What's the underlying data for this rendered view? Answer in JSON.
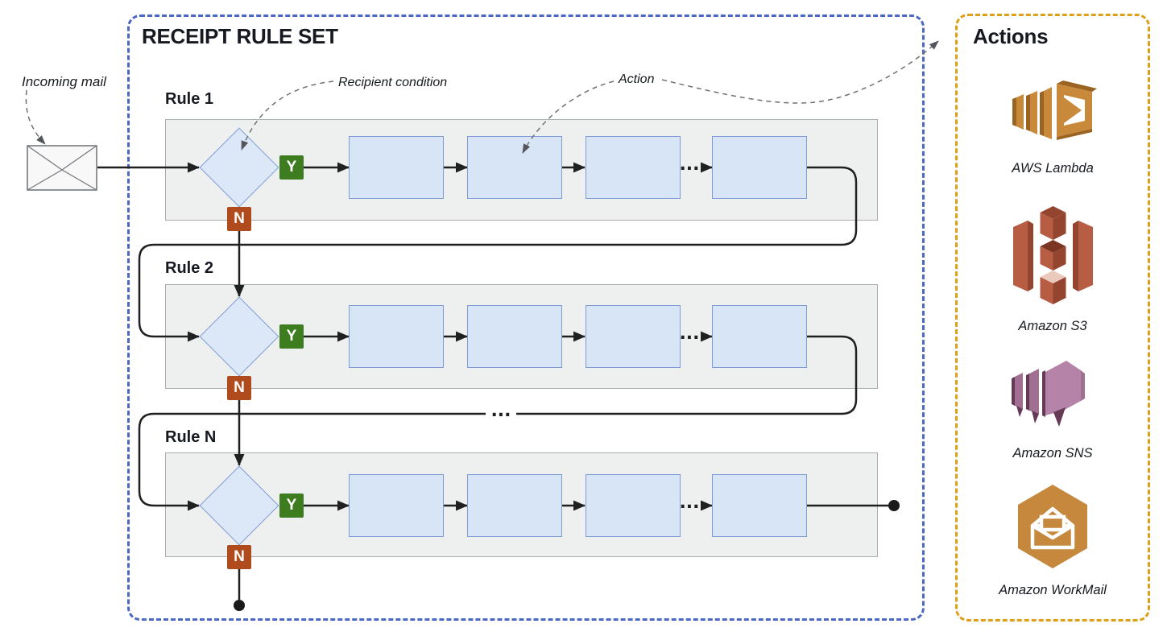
{
  "diagram": {
    "incoming_mail_label": "Incoming mail",
    "receipt_rule_set": {
      "title": "RECEIPT RULE SET",
      "rules": [
        "Rule 1",
        "Rule 2",
        "Rule N"
      ],
      "yes_label": "Y",
      "no_label": "N",
      "ellipsis": "...",
      "annotation_recipient_condition": "Recipient condition",
      "annotation_action": "Action"
    },
    "actions_panel": {
      "title": "Actions",
      "services": [
        "AWS Lambda",
        "Amazon S3",
        "Amazon SNS",
        "Amazon WorkMail"
      ]
    },
    "icons": [
      "incoming-mail-envelope-icon",
      "aws-lambda-icon",
      "amazon-s3-icon",
      "amazon-sns-icon",
      "amazon-workmail-icon"
    ],
    "colors": {
      "rule_set_border": "#4a68c4",
      "actions_border": "#dfa019",
      "panel_fill": "#eef0f0",
      "panel_border": "#a9adad",
      "action_box_fill": "#d8e5f7",
      "action_box_border": "#7e9cd4",
      "diamond_fill": "#dce8f8",
      "diamond_border": "#7d9bd4",
      "yes_badge": "#3e7d1f",
      "no_badge": "#b04b1d",
      "flow_line": "#202020",
      "annotation_line": "#707070",
      "lambda_orange": "#c9893a",
      "s3_red": "#b65d44",
      "sns_purple": "#b583a8",
      "workmail_orange": "#c5883d"
    }
  }
}
